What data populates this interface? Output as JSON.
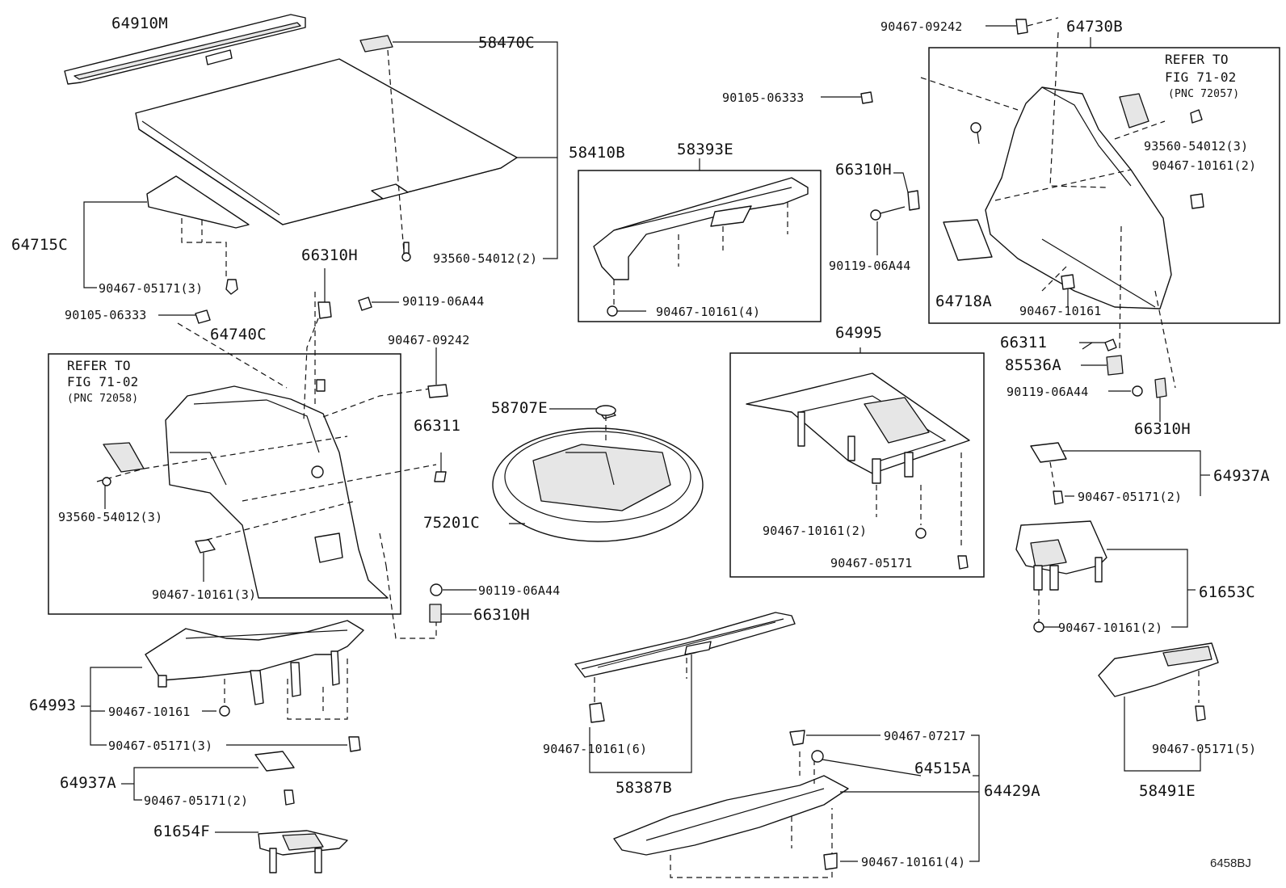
{
  "diagram_code": "6458BJ",
  "refer_notes": [
    {
      "line1": "REFER TO",
      "line2": "FIG 71-02",
      "line3": "(PNC 72057)"
    },
    {
      "line1": "REFER TO",
      "line2": "FIG 71-02",
      "line3": "(PNC 72058)"
    }
  ],
  "parts": {
    "p64910M": "64910M",
    "p58470C": "58470C",
    "p58410B": "58410B",
    "p64715C": "64715C",
    "p93560_54012_2": "93560-54012(2)",
    "p90467_05171_3a": "90467-05171(3)",
    "p90105_06333a": "90105-06333",
    "p66310Ha": "66310H",
    "p90119_06A44a": "90119-06A44",
    "p64740C": "64740C",
    "p90467_09242a": "90467-09242",
    "p66311a": "66311",
    "p93560_54012_3a": "93560-54012(3)",
    "p90467_10161_3": "90467-10161(3)",
    "p58707E": "58707E",
    "p75201C": "75201C",
    "p90119_06A44b": "90119-06A44",
    "p66310Hb": "66310H",
    "p58393E": "58393E",
    "p90467_10161_4a": "90467-10161(4)",
    "p90467_09242b": "90467-09242",
    "p64730B": "64730B",
    "p90105_06333b": "90105-06333",
    "p66310Hc": "66310H",
    "p90119_06A44c": "90119-06A44",
    "p93560_54012_3b": "93560-54012(3)",
    "p90467_10161_2a": "90467-10161(2)",
    "p64718A": "64718A",
    "p90467_10161a": "90467-10161",
    "p66311b": "66311",
    "p85536A": "85536A",
    "p90119_06A44d": "90119-06A44",
    "p66310Hd": "66310H",
    "p64995": "64995",
    "p90467_10161_2b": "90467-10161(2)",
    "p90467_05171a": "90467-05171",
    "p64937Aa": "64937A",
    "p90467_05171_2a": "90467-05171(2)",
    "p61653C": "61653C",
    "p90467_10161_2c": "90467-10161(2)",
    "p64993": "64993",
    "p90467_10161b": "90467-10161",
    "p90467_05171_3b": "90467-05171(3)",
    "p64937Ab": "64937A",
    "p90467_05171_2b": "90467-05171(2)",
    "p61654F": "61654F",
    "p90467_10161_6": "90467-10161(6)",
    "p58387B": "58387B",
    "p90467_07217": "90467-07217",
    "p64515A": "64515A",
    "p64429A": "64429A",
    "p90467_10161_4b": "90467-10161(4)",
    "p90467_05171_5": "90467-05171(5)",
    "p58491E": "58491E"
  }
}
